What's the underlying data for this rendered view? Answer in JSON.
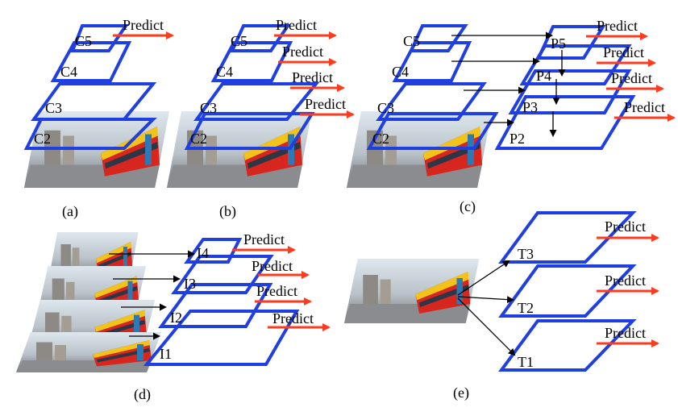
{
  "predict_label": "Predict",
  "panels": {
    "a": {
      "caption": "(a)",
      "levels": [
        "C5",
        "C4",
        "C3",
        "C2"
      ]
    },
    "b": {
      "caption": "(b)",
      "levels": [
        "C5",
        "C4",
        "C3",
        "C2"
      ]
    },
    "c": {
      "caption": "(c)",
      "bottom_up": [
        "C5",
        "C4",
        "C3",
        "C2"
      ],
      "top_down": [
        "P5",
        "P4",
        "P3",
        "P2"
      ]
    },
    "d": {
      "caption": "(d)",
      "levels": [
        "I4",
        "I3",
        "I2",
        "I1"
      ]
    },
    "e": {
      "caption": "(e)",
      "levels": [
        "T3",
        "T2",
        "T1"
      ]
    }
  },
  "colors": {
    "frame": "#1f3fe0",
    "predict_arrow": "#ff3b1f",
    "arrow": "#000000"
  }
}
